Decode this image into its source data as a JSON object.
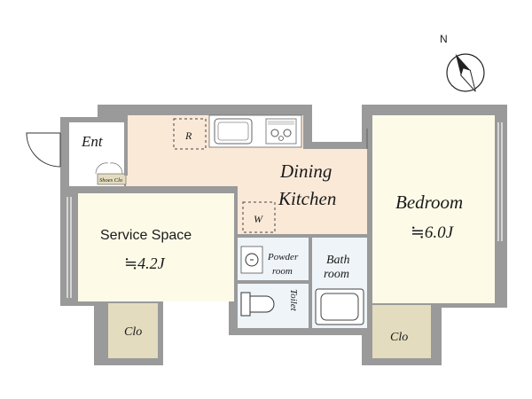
{
  "rooms": {
    "ent": "Ent",
    "shoes_clo": "Shoes Clo",
    "dining_line1": "Dining",
    "dining_line2": "Kitchen",
    "refrigerator": "R",
    "washer": "W",
    "service_space": "Service Space",
    "service_size": "≒4.2J",
    "powder_line1": "Powder",
    "powder_line2": "room",
    "bath_line1": "Bath",
    "bath_line2": "room",
    "toilet": "Toilet",
    "bedroom": "Bedroom",
    "bedroom_size": "≒6.0J",
    "clo_left": "Clo",
    "clo_right": "Clo"
  },
  "compass": {
    "label": "N"
  },
  "colors": {
    "wall": "#9a9a9a",
    "dining_floor": "#fbe9d8",
    "room_floor": "#fdfbe8",
    "wet_floor": "#eef4f8",
    "closet_floor": "#e4dcbe"
  }
}
